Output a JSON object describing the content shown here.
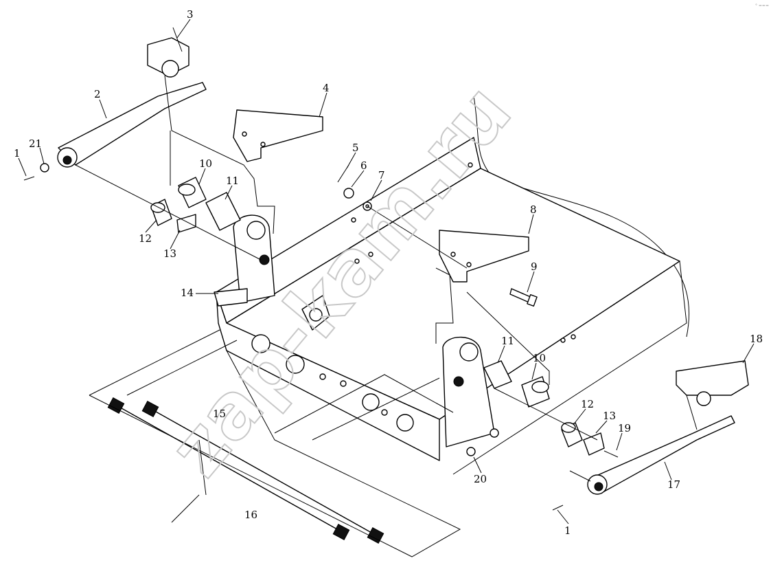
{
  "diagram": {
    "watermark": "zap-kam.ru",
    "corner_mark": "° ===",
    "callouts": [
      {
        "id": "c1a",
        "label": "1"
      },
      {
        "id": "c2",
        "label": "2"
      },
      {
        "id": "c3",
        "label": "3"
      },
      {
        "id": "c4",
        "label": "4"
      },
      {
        "id": "c5",
        "label": "5"
      },
      {
        "id": "c6",
        "label": "6"
      },
      {
        "id": "c7",
        "label": "7"
      },
      {
        "id": "c8",
        "label": "8"
      },
      {
        "id": "c9",
        "label": "9"
      },
      {
        "id": "c10a",
        "label": "10"
      },
      {
        "id": "c11a",
        "label": "11"
      },
      {
        "id": "c12a",
        "label": "12"
      },
      {
        "id": "c13a",
        "label": "13"
      },
      {
        "id": "c14",
        "label": "14"
      },
      {
        "id": "c15",
        "label": "15"
      },
      {
        "id": "c16",
        "label": "16"
      },
      {
        "id": "c21",
        "label": "21"
      },
      {
        "id": "c11b",
        "label": "11"
      },
      {
        "id": "c10b",
        "label": "10"
      },
      {
        "id": "c12b",
        "label": "12"
      },
      {
        "id": "c13b",
        "label": "13"
      },
      {
        "id": "c19",
        "label": "19"
      },
      {
        "id": "c18",
        "label": "18"
      },
      {
        "id": "c17",
        "label": "17"
      },
      {
        "id": "c20",
        "label": "20"
      },
      {
        "id": "c1b",
        "label": "1"
      }
    ]
  }
}
